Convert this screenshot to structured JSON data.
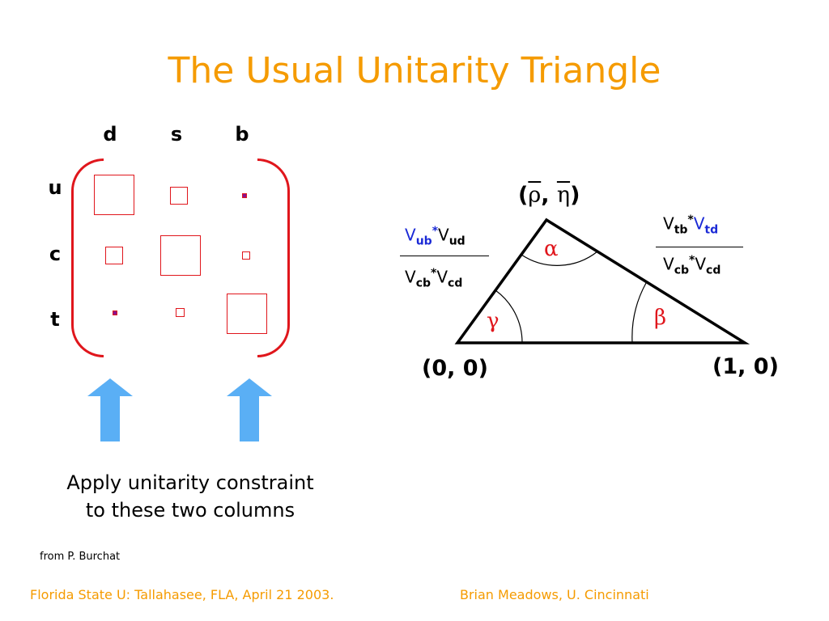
{
  "title": "The Usual Unitarity Triangle",
  "matrix": {
    "columns": [
      "d",
      "s",
      "b"
    ],
    "rows": [
      "u",
      "c",
      "t"
    ]
  },
  "caption": {
    "line1": "Apply unitarity constraint",
    "line2": "to these two columns"
  },
  "credit": "from P. Burchat",
  "triangle": {
    "apex_label": {
      "open": "(",
      "rho": "ρ",
      "sep": ", ",
      "eta": "η",
      "close": ")"
    },
    "origin_label": "(0, 0)",
    "unit_label": "(1, 0)",
    "angles": {
      "alpha": "α",
      "beta": "β",
      "gamma": "γ"
    },
    "left_ratio": {
      "num": {
        "v1": "V",
        "s1": "ub",
        "star": "*",
        "v2": "V",
        "s2": "ud"
      },
      "den": {
        "v1": "V",
        "s1": "cb",
        "star": "*",
        "v2": "V",
        "s2": "cd"
      }
    },
    "right_ratio": {
      "num": {
        "v1": "V",
        "s1": "tb",
        "star": "*",
        "v2": "V",
        "s2": "td"
      },
      "den": {
        "v1": "V",
        "s1": "cb",
        "star": "*",
        "v2": "V",
        "s2": "cd"
      }
    }
  },
  "footer": {
    "left": "Florida State U: Tallahasee, FLA, April 21 2003.",
    "right": "Brian Meadows, U. Cincinnati"
  },
  "colors": {
    "title": "#f59b00",
    "matrix": "#e0161c",
    "arrow": "#5aaff5",
    "highlight": "#1a29d6"
  }
}
